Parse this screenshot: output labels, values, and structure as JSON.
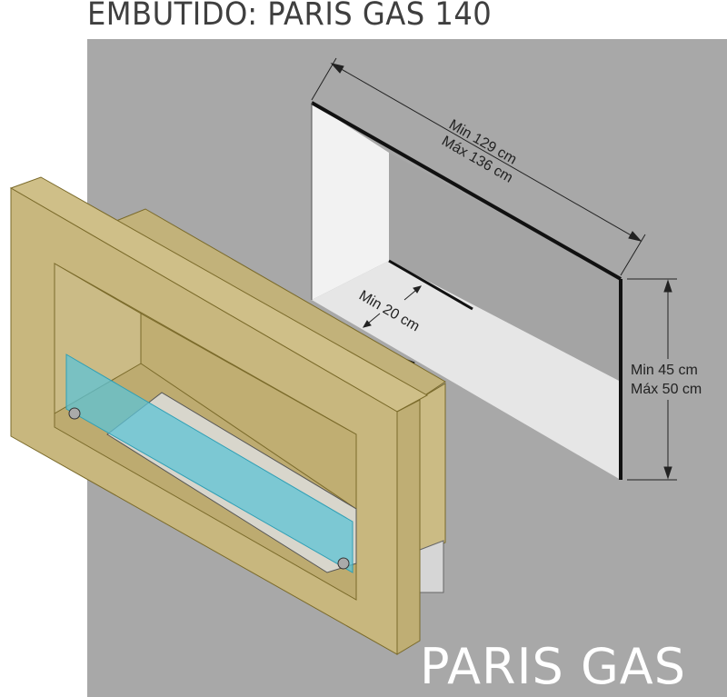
{
  "title": "EMBUTIDO: PARIS GAS 140",
  "brand": "PARIS GAS",
  "dimensions": {
    "width_min": "Min 129 cm",
    "width_max": "Máx 136 cm",
    "depth_min": "Min 20 cm",
    "height_min": "Min 45 cm",
    "height_max": "Máx 50 cm"
  },
  "colors": {
    "wall": "#a8a8a8",
    "frame": "#c8b77e",
    "glass": "#5ec3d6"
  }
}
